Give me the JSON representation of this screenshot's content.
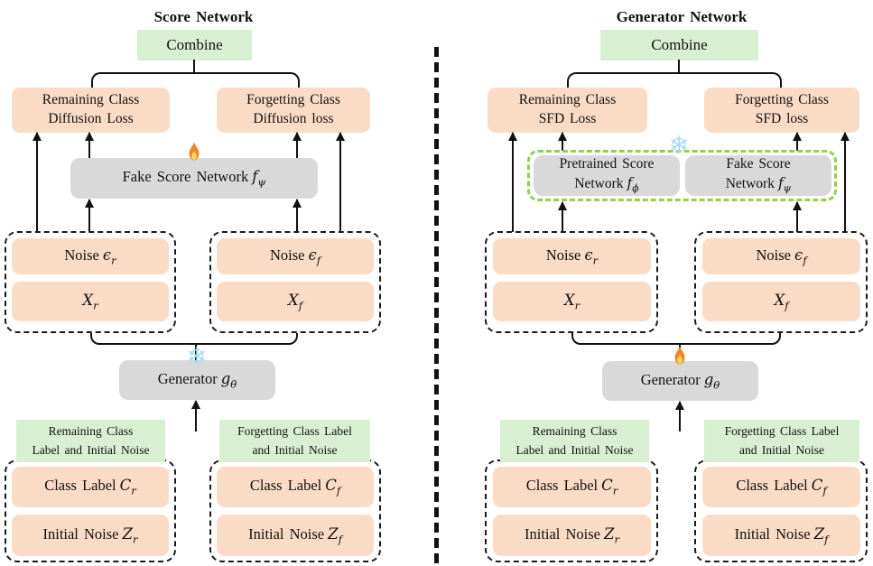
{
  "colors": {
    "box_peach": "#fadcc6",
    "box_green": "#d9efd2",
    "box_gray": "#d9d9d9",
    "dashed_group_green": "#92d050",
    "snowflake_blue": "#a5daf3",
    "flame_orange": "#f7821b",
    "flame_yellow": "#ffd86c",
    "line_black": "#111111"
  },
  "glyphs": {
    "snowflake": "❄"
  },
  "left": {
    "title": "Score Network",
    "combine": "Combine",
    "remaining_loss": {
      "line1": "Remaining Class",
      "line2": "Diffusion Loss"
    },
    "forgetting_loss": {
      "line1": "Forgetting Class",
      "line2": "Diffusion loss"
    },
    "score_network": {
      "text": "Fake Score Network",
      "var": "f",
      "sub": "ψ"
    },
    "score_network_state": "trainable-flame",
    "noise_r": {
      "text": "Noise",
      "var": "ϵ",
      "sub": "r"
    },
    "noise_f": {
      "text": "Noise",
      "var": "ϵ",
      "sub": "f"
    },
    "x_r": {
      "var": "X",
      "sub": "r"
    },
    "x_f": {
      "var": "X",
      "sub": "f"
    },
    "generator": {
      "text": "Generator",
      "var": "g",
      "sub": "θ"
    },
    "generator_state": "frozen-snowflake",
    "remaining_input_header": {
      "line1": "Remaining Class",
      "line2": "Label and Initial Noise"
    },
    "forgetting_input_header": {
      "line1": "Forgetting Class Label",
      "line2": "and Initial Noise"
    },
    "class_label_r": {
      "text": "Class Label",
      "var": "C",
      "sub": "r"
    },
    "initial_noise_r": {
      "text": "Initial Noise",
      "var": "Z",
      "sub": "r"
    },
    "class_label_f": {
      "text": "Class Label",
      "var": "C",
      "sub": "f"
    },
    "initial_noise_f": {
      "text": "Initial Noise",
      "var": "Z",
      "sub": "f"
    }
  },
  "right": {
    "title": "Generator Network",
    "combine": "Combine",
    "remaining_loss": {
      "line1": "Remaining Class",
      "line2": "SFD Loss"
    },
    "forgetting_loss": {
      "line1": "Forgetting Class",
      "line2": "SFD loss"
    },
    "pretrained_score": {
      "line1": "Pretrained Score",
      "line2_text": "Network",
      "var": "f",
      "sub": "ϕ"
    },
    "fake_score": {
      "line1": "Fake Score",
      "line2_text": "Network",
      "var": "f",
      "sub": "ψ"
    },
    "score_group_state": "frozen-snowflake",
    "noise_r": {
      "text": "Noise",
      "var": "ϵ",
      "sub": "r"
    },
    "noise_f": {
      "text": "Noise",
      "var": "ϵ",
      "sub": "f"
    },
    "x_r": {
      "var": "X",
      "sub": "r"
    },
    "x_f": {
      "var": "X",
      "sub": "f"
    },
    "generator": {
      "text": "Generator",
      "var": "g",
      "sub": "θ"
    },
    "generator_state": "trainable-flame",
    "remaining_input_header": {
      "line1": "Remaining Class",
      "line2": "Label and Initial Noise"
    },
    "forgetting_input_header": {
      "line1": "Forgetting Class Label",
      "line2": "and Initial Noise"
    },
    "class_label_r": {
      "text": "Class Label",
      "var": "C",
      "sub": "r"
    },
    "initial_noise_r": {
      "text": "Initial Noise",
      "var": "Z",
      "sub": "r"
    },
    "class_label_f": {
      "text": "Class Label",
      "var": "C",
      "sub": "f"
    },
    "initial_noise_f": {
      "text": "Initial Noise",
      "var": "Z",
      "sub": "f"
    }
  }
}
